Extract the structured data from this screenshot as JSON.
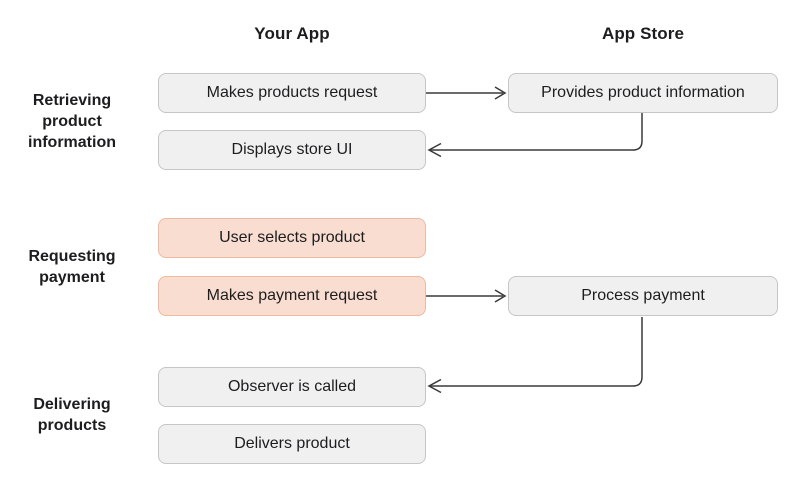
{
  "header": {
    "left_column": "Your App",
    "right_column": "App Store"
  },
  "row_labels": {
    "retrieving": "Retrieving\nproduct\ninformation",
    "requesting": "Requesting\npayment",
    "delivering": "Delivering\nproducts"
  },
  "nodes": {
    "makes_products_request": {
      "label": "Makes products request",
      "style": "gray"
    },
    "provides_product_information": {
      "label": "Provides product information",
      "style": "gray"
    },
    "displays_store_ui": {
      "label": "Displays store UI",
      "style": "gray"
    },
    "user_selects_product": {
      "label": "User selects product",
      "style": "peach"
    },
    "makes_payment_request": {
      "label": "Makes payment request",
      "style": "peach"
    },
    "process_payment": {
      "label": "Process payment",
      "style": "gray"
    },
    "observer_is_called": {
      "label": "Observer is called",
      "style": "gray"
    },
    "delivers_product": {
      "label": "Delivers product",
      "style": "gray"
    }
  },
  "colors": {
    "box_gray_fill": "#f0f0f0",
    "box_gray_border": "#c6c6c6",
    "box_peach_fill": "#f8ddd0",
    "box_peach_border": "#f0b9a2",
    "arrow_color": "#3a3a3a",
    "text_color": "#1d1d1f",
    "bg_color": "#ffffff"
  }
}
